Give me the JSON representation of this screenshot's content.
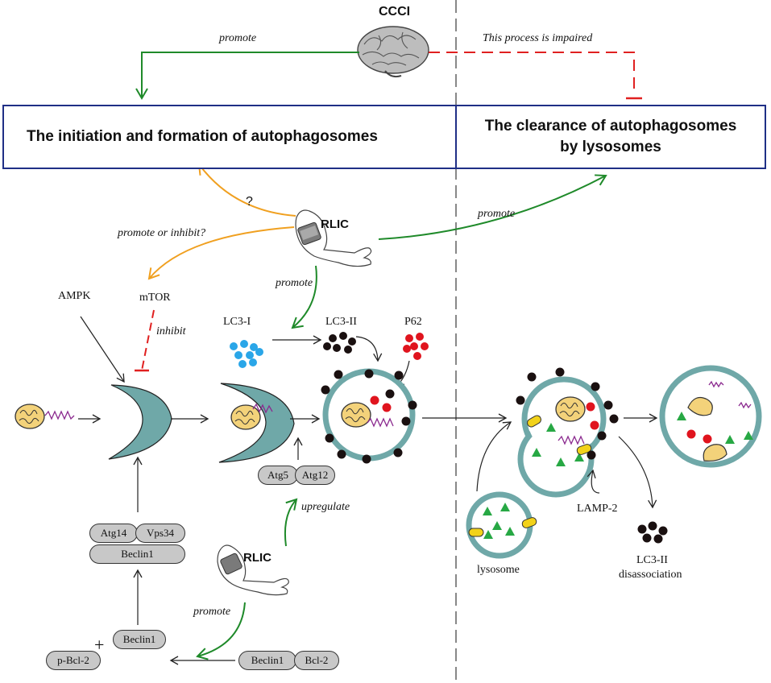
{
  "top": {
    "ccci_label": "CCCI",
    "promote_top": "promote",
    "impaired_label": "This process is impaired",
    "box_left": "The initiation and formation of autophagosomes",
    "box_right_line1": "The clearance  of autophagosomes",
    "box_right_line2": "by lysosomes"
  },
  "rlic_upper": {
    "label": "RLIC",
    "question": "?",
    "promote_or_inhibit": "promote or inhibit?",
    "promote_right": "promote",
    "promote_down": "promote"
  },
  "pathway": {
    "ampk": "AMPK",
    "mtor": "mTOR",
    "inhibit": "inhibit",
    "lc3_i": "LC3-I",
    "lc3_ii": "LC3-II",
    "p62": "P62",
    "atg5": "Atg5",
    "atg12": "Atg12",
    "atg14": "Atg14",
    "vps34": "Vps34",
    "beclin1_complex": "Beclin1",
    "beclin1_free": "Beclin1",
    "pbcl2": "p-Bcl-2",
    "plus": "+",
    "beclin1_bound": "Beclin1",
    "bcl2": "Bcl-2"
  },
  "rlic_lower": {
    "label": "RLIC",
    "upregulate": "upregulate",
    "promote": "promote"
  },
  "clearance": {
    "lamp2": "LAMP-2",
    "lysosome": "lysosome",
    "lc3_ii_line1": "LC3-II",
    "lc3_ii_line2": "disassociation"
  },
  "colors": {
    "box_border": "#1f2f86",
    "green_arrow": "#1f8a2a",
    "orange_arrow": "#f0a020",
    "red_dashed": "#e02020",
    "membrane": "#6fa8a8",
    "lc3_i_dot": "#2aa6e8",
    "p62_dot": "#e0141e",
    "lc3_ii_dot": "#1a1010",
    "mitochondrion": "#f3d27a",
    "lamp_yellow": "#f2d21a",
    "hydrolase_green": "#27a844"
  },
  "icons": [
    "brain-icon",
    "arm-cuff-icon",
    "mitochondrion-icon",
    "phagophore-icon",
    "autophagosome-icon",
    "autolysosome-icon",
    "lysosome-icon"
  ]
}
